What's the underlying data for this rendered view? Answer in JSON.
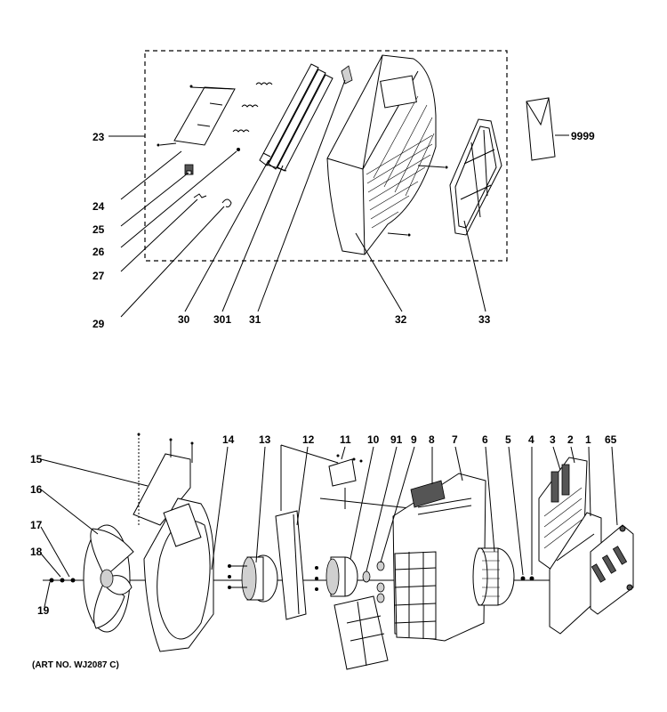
{
  "art_note": "(ART NO. WJ2087 C)",
  "labels": {
    "l23": "23",
    "l24": "24",
    "l25": "25",
    "l26": "26",
    "l27": "27",
    "l29": "29",
    "l30": "30",
    "l301": "301",
    "l31": "31",
    "l32": "32",
    "l33": "33",
    "l9999": "9999",
    "l15": "15",
    "l16": "16",
    "l17": "17",
    "l18": "18",
    "l19": "19",
    "l14": "14",
    "l13": "13",
    "l12": "12",
    "l11": "11",
    "l10": "10",
    "l91": "91",
    "l9": "9",
    "l8": "8",
    "l7": "7",
    "l6": "6",
    "l5": "5",
    "l4": "4",
    "l3": "3",
    "l2": "2",
    "l1": "1",
    "l65": "65"
  }
}
